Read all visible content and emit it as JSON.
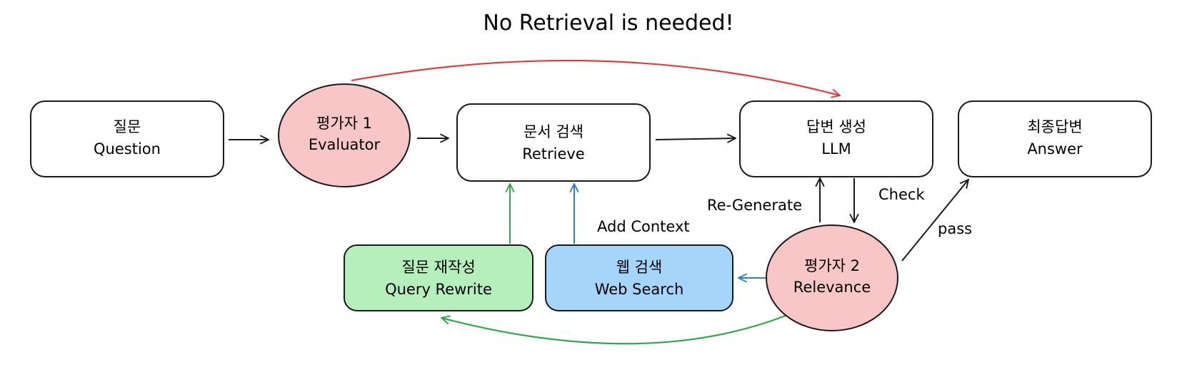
{
  "title": "No Retrieval is needed!",
  "nodes": {
    "question": {
      "line1": "질문",
      "line2": "Question"
    },
    "evaluator": {
      "line1": "평가자 1",
      "line2": "Evaluator"
    },
    "retrieve": {
      "line1": "문서 검색",
      "line2": "Retrieve"
    },
    "llm": {
      "line1": "답변 생성",
      "line2": "LLM"
    },
    "answer": {
      "line1": "최종답변",
      "line2": "Answer"
    },
    "query_rewrite": {
      "line1": "질문 재작성",
      "line2": "Query Rewrite"
    },
    "web_search": {
      "line1": "웹 검색",
      "line2": "Web Search"
    },
    "relevance": {
      "line1": "평가자 2",
      "line2": "Relevance"
    }
  },
  "edge_labels": {
    "re_generate": "Re-Generate",
    "check": "Check",
    "pass": "pass",
    "add_context": "Add Context"
  },
  "colors": {
    "evaluator_fill": "#f8c6c6",
    "query_rewrite_fill": "#b5efbc",
    "web_search_fill": "#a6d5fb",
    "red_edge": "#e03c3c",
    "green_edge": "#2fa84a",
    "blue_edge": "#2b7fd0",
    "black_edge": "#1a1a1a"
  }
}
